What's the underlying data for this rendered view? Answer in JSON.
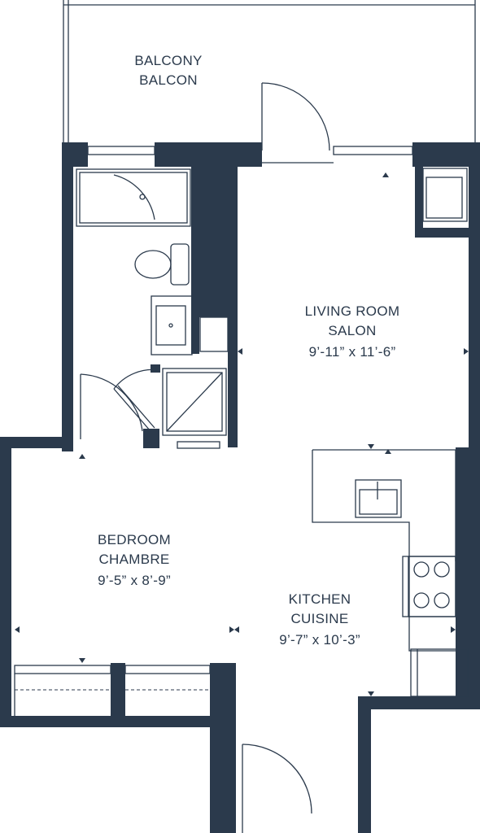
{
  "rooms": {
    "balcony": {
      "name_en": "BALCONY",
      "name_fr": "BALCON",
      "size": ""
    },
    "living": {
      "name_en": "LIVING ROOM",
      "name_fr": "SALON",
      "size": "9’-11” x 11’-6”"
    },
    "bedroom": {
      "name_en": "BEDROOM",
      "name_fr": "CHAMBRE",
      "size": "9’-5” x 8’-9”"
    },
    "kitchen": {
      "name_en": "KITCHEN",
      "name_fr": "CUISINE",
      "size": "9’-7” x 10’-3”"
    }
  },
  "colors": {
    "wall": "#2b3a4c",
    "background": "#ffffff"
  },
  "icons": [
    "shower-icon",
    "toilet-icon",
    "vanity-sink-icon",
    "kitchen-sink-icon",
    "stove-icon",
    "fridge-icon",
    "washer-dryer-icon",
    "door-swing-icon"
  ]
}
